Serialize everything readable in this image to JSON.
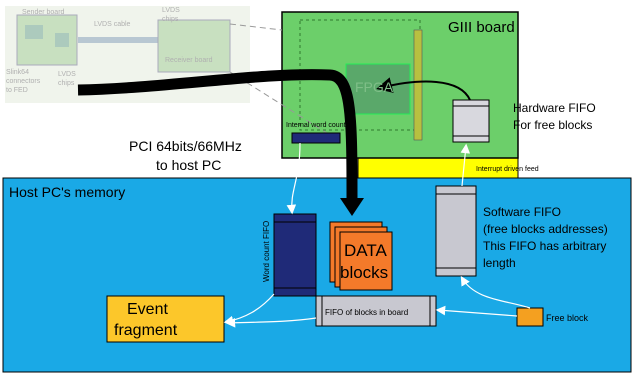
{
  "labels": {
    "giii_board": "GIII board",
    "fpga": "FPGA",
    "sender_board": "Sender board",
    "lvds_cable": "LVDS cable",
    "lvds_chips_top": "LVDS",
    "lvds_chips_top2": "chips",
    "receiver_board": "Receiver board",
    "slink_1": "Slink64",
    "slink_2": "connectors",
    "slink_3": "to FED",
    "lvds_chips_bottom": "LVDS",
    "lvds_chips_bottom2": "chips",
    "hardware_fifo_1": "Hardware FIFO",
    "hardware_fifo_2": "For free blocks",
    "internal_word_counter": "Internal word counter",
    "pci_1": "PCI 64bits/66MHz",
    "pci_2": "to host PC",
    "interrupt_feed": "Interrupt driven feed",
    "host_memory": "Host PC's memory",
    "word_count_fifo": "Word count FIFO",
    "data_1": "DATA",
    "data_2": "blocks",
    "software_fifo_1": "Software FIFO",
    "software_fifo_2": "(free blocks addresses)",
    "software_fifo_3": "This FIFO has arbitrary",
    "software_fifo_4": "length",
    "event_1": "Event",
    "event_2": "fragment",
    "fifo_blocks_in_board": "FIFO of blocks in board",
    "free_block": "Free block"
  },
  "colors": {
    "board_green": "#6ccf6a",
    "host_blue": "#1aa9e6",
    "yellow_bus": "#ffff00",
    "navy_fifo": "#1f2a78",
    "data_orange": "#f47a2a",
    "event_yellow": "#fcc72a",
    "free_block_orange": "#f4a020",
    "fifo_grey": "#c8c8d0"
  }
}
